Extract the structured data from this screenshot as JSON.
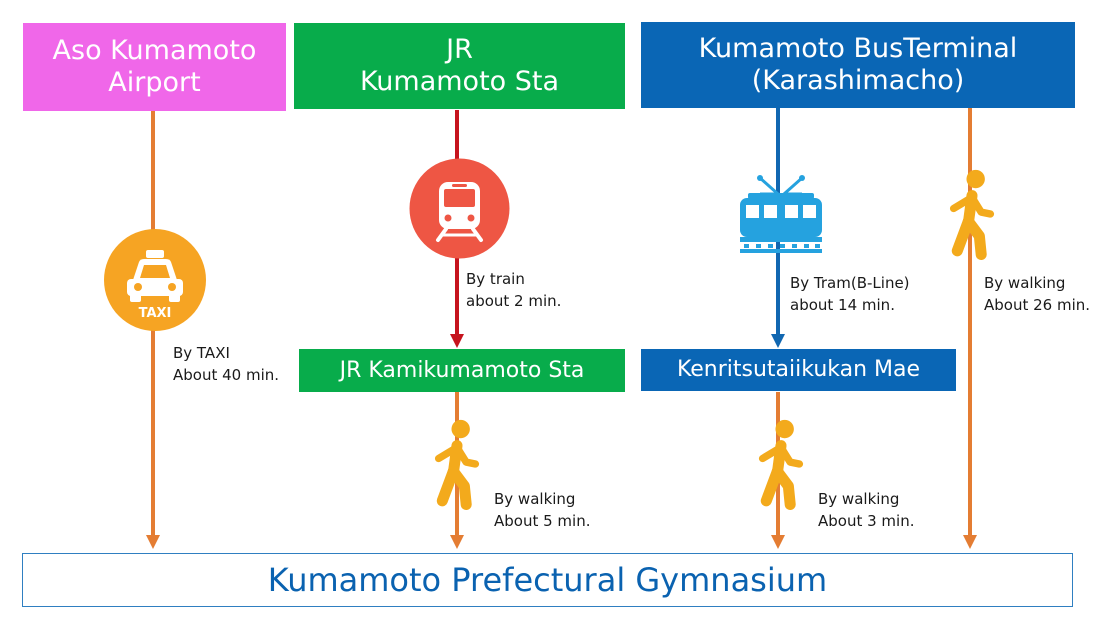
{
  "colors": {
    "airport": "#f067e9",
    "jr": "#08ac4b",
    "bus_terminal": "#0a66b5",
    "walk_line": "#e47d33",
    "train_line": "#c6141e",
    "tram_line": "#1167b1",
    "taxi_icon": "#f6a423",
    "train_icon": "#ee5644",
    "tram_icon": "#25a2df",
    "walker_icon": "#f3aa1c",
    "destination_text": "#0a62b0"
  },
  "origins": {
    "airport": [
      "Aso Kumamoto",
      "Airport"
    ],
    "jr_station": [
      "JR",
      "Kumamoto Sta"
    ],
    "bus_terminal": [
      "Kumamoto BusTerminal",
      "(Karashimacho)"
    ]
  },
  "transfers": {
    "jr_kamikumamoto": "JR Kamikumamoto Sta",
    "kenritsu": "Kenritsutaiikukan Mae"
  },
  "icons": {
    "taxi": "taxi-icon",
    "taxi_label": "TAXI",
    "train": "train-icon",
    "tram": "tram-icon",
    "walker": "walking-person-icon"
  },
  "routes": {
    "taxi": {
      "mode": "By TAXI",
      "time": "About 40 min."
    },
    "train": {
      "mode": "By train",
      "time": "about 2 min."
    },
    "tram": {
      "mode": "By Tram(B-Line)",
      "time": "about 14 min."
    },
    "walk_terminal": {
      "mode": "By walking",
      "time": "About 26 min."
    },
    "walk_jr": {
      "mode": "By walking",
      "time": "About 5 min."
    },
    "walk_kenritsu": {
      "mode": "By walking",
      "time": "About 3 min."
    }
  },
  "destination": "Kumamoto Prefectural Gymnasium"
}
